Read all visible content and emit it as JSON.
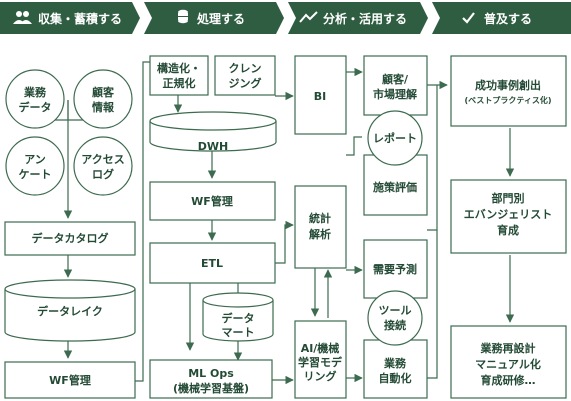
{
  "colors": {
    "header": "#2f5d42",
    "line": "#3d6b4f",
    "text": "#234a35"
  },
  "stages": [
    {
      "label": "収集・蓄積する",
      "icon": "people-icon"
    },
    {
      "label": "処理する",
      "icon": "database-icon"
    },
    {
      "label": "分析・活用する",
      "icon": "trend-chart-icon"
    },
    {
      "label": "普及する",
      "icon": "check-icon"
    }
  ],
  "collect": {
    "business_data": [
      "業務",
      "データ"
    ],
    "customer_info": [
      "顧客",
      "情報"
    ],
    "survey": [
      "アン",
      "ケート"
    ],
    "access_log": [
      "アクセス",
      "ログ"
    ],
    "data_catalog": "データカタログ",
    "data_lake": "データレイク",
    "wf_manage": "WF管理"
  },
  "process": {
    "structuring": [
      "構造化・",
      "正規化"
    ],
    "cleansing": [
      "クレン",
      "ジング"
    ],
    "dwh": "DWH",
    "wf_manage": "WF管理",
    "etl": "ETL",
    "data_mart": [
      "データ",
      "マート"
    ],
    "mlops": [
      "ML Ops",
      "(機械学習基盤)"
    ]
  },
  "analyze": {
    "bi": "BI",
    "statistics": [
      "統計",
      "解析"
    ],
    "ai_ml": [
      "AI/機械",
      "学習モデ",
      "リング"
    ],
    "customer_market": [
      "顧客/",
      "市場理解"
    ],
    "report": "レポート",
    "policy_eval": "施策評価",
    "demand_forecast": "需要予測",
    "tool_connect": [
      "ツール",
      "接続"
    ],
    "automation": [
      "業務",
      "自動化"
    ]
  },
  "spread": {
    "success_cases": "成功事例創出",
    "best_practice": "(ベストプラクティス化)",
    "evangelist": [
      "部門別",
      "エバンジェリスト",
      "育成"
    ],
    "redesign": [
      "業務再設計",
      "マニュアル化",
      "育成研修…"
    ]
  }
}
